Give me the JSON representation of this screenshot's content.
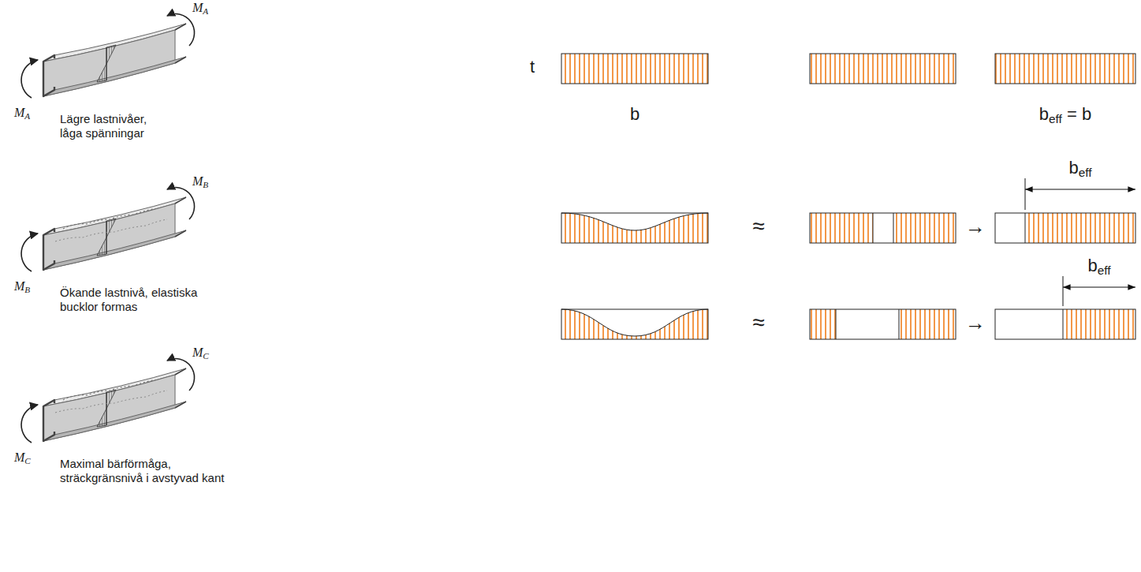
{
  "diagram": {
    "labels": [
      "MA",
      "MA",
      "Lägre lastnivåer, låga spänningar",
      "MB",
      "MB",
      "Ökande lastnivå, elastiska bucklor formas",
      "MC",
      "MC",
      "Maximal bärförmåga, sträckgränsnivå i avstyvad kant",
      "t",
      "b",
      "beff = b",
      "≈",
      "→",
      "beff",
      "≈",
      "→",
      "beff"
    ]
  }
}
